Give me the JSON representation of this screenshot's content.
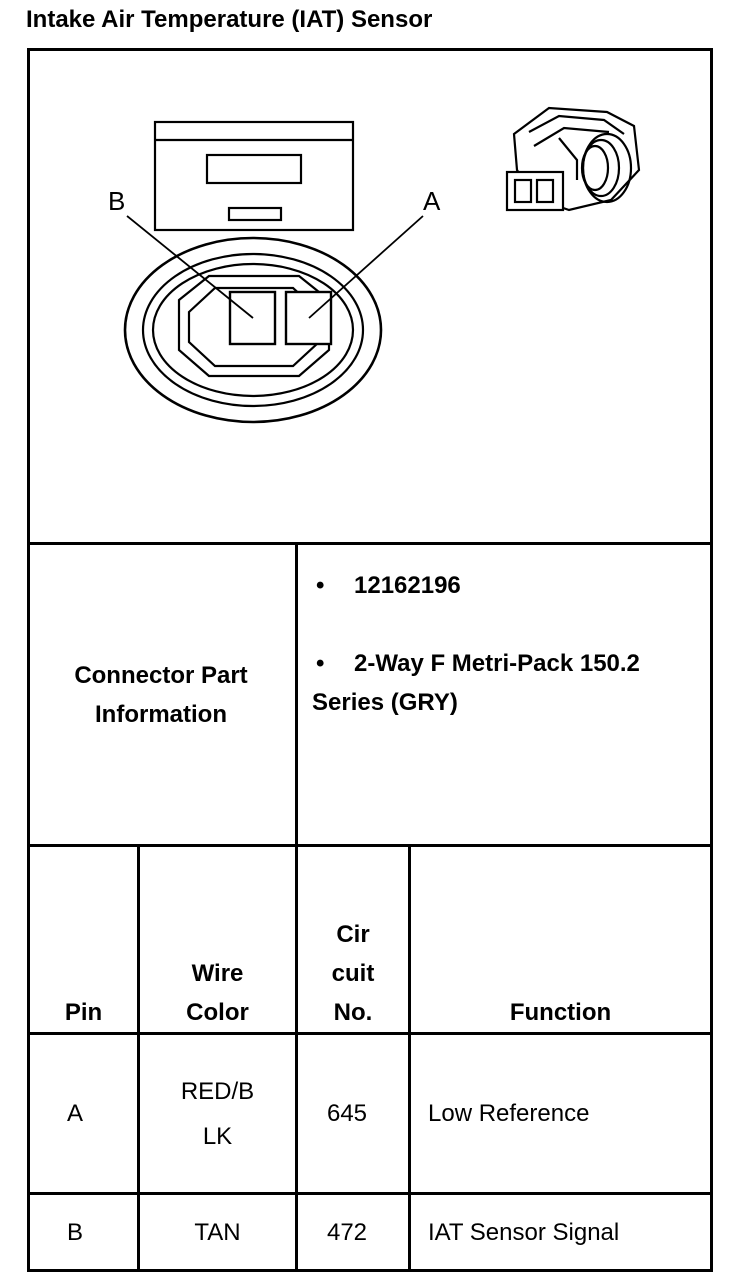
{
  "title": "Intake Air Temperature (IAT) Sensor",
  "diagram": {
    "pin_labels": [
      "B",
      "A"
    ]
  },
  "connector_info": {
    "label": "Connector Part Information",
    "items": [
      "12162196",
      "2-Way F Metri-Pack 150.2 Series (GRY)"
    ]
  },
  "pin_table": {
    "headers": {
      "pin": "Pin",
      "wire_color": "Wire Color",
      "circuit": "Cir cuit No.",
      "function": "Function"
    },
    "rows": [
      {
        "pin": "A",
        "wire_color": "RED/B LK",
        "circuit": "645",
        "function": "Low Reference"
      },
      {
        "pin": "B",
        "wire_color": "TAN",
        "circuit": "472",
        "function": "IAT Sensor Signal"
      }
    ]
  }
}
